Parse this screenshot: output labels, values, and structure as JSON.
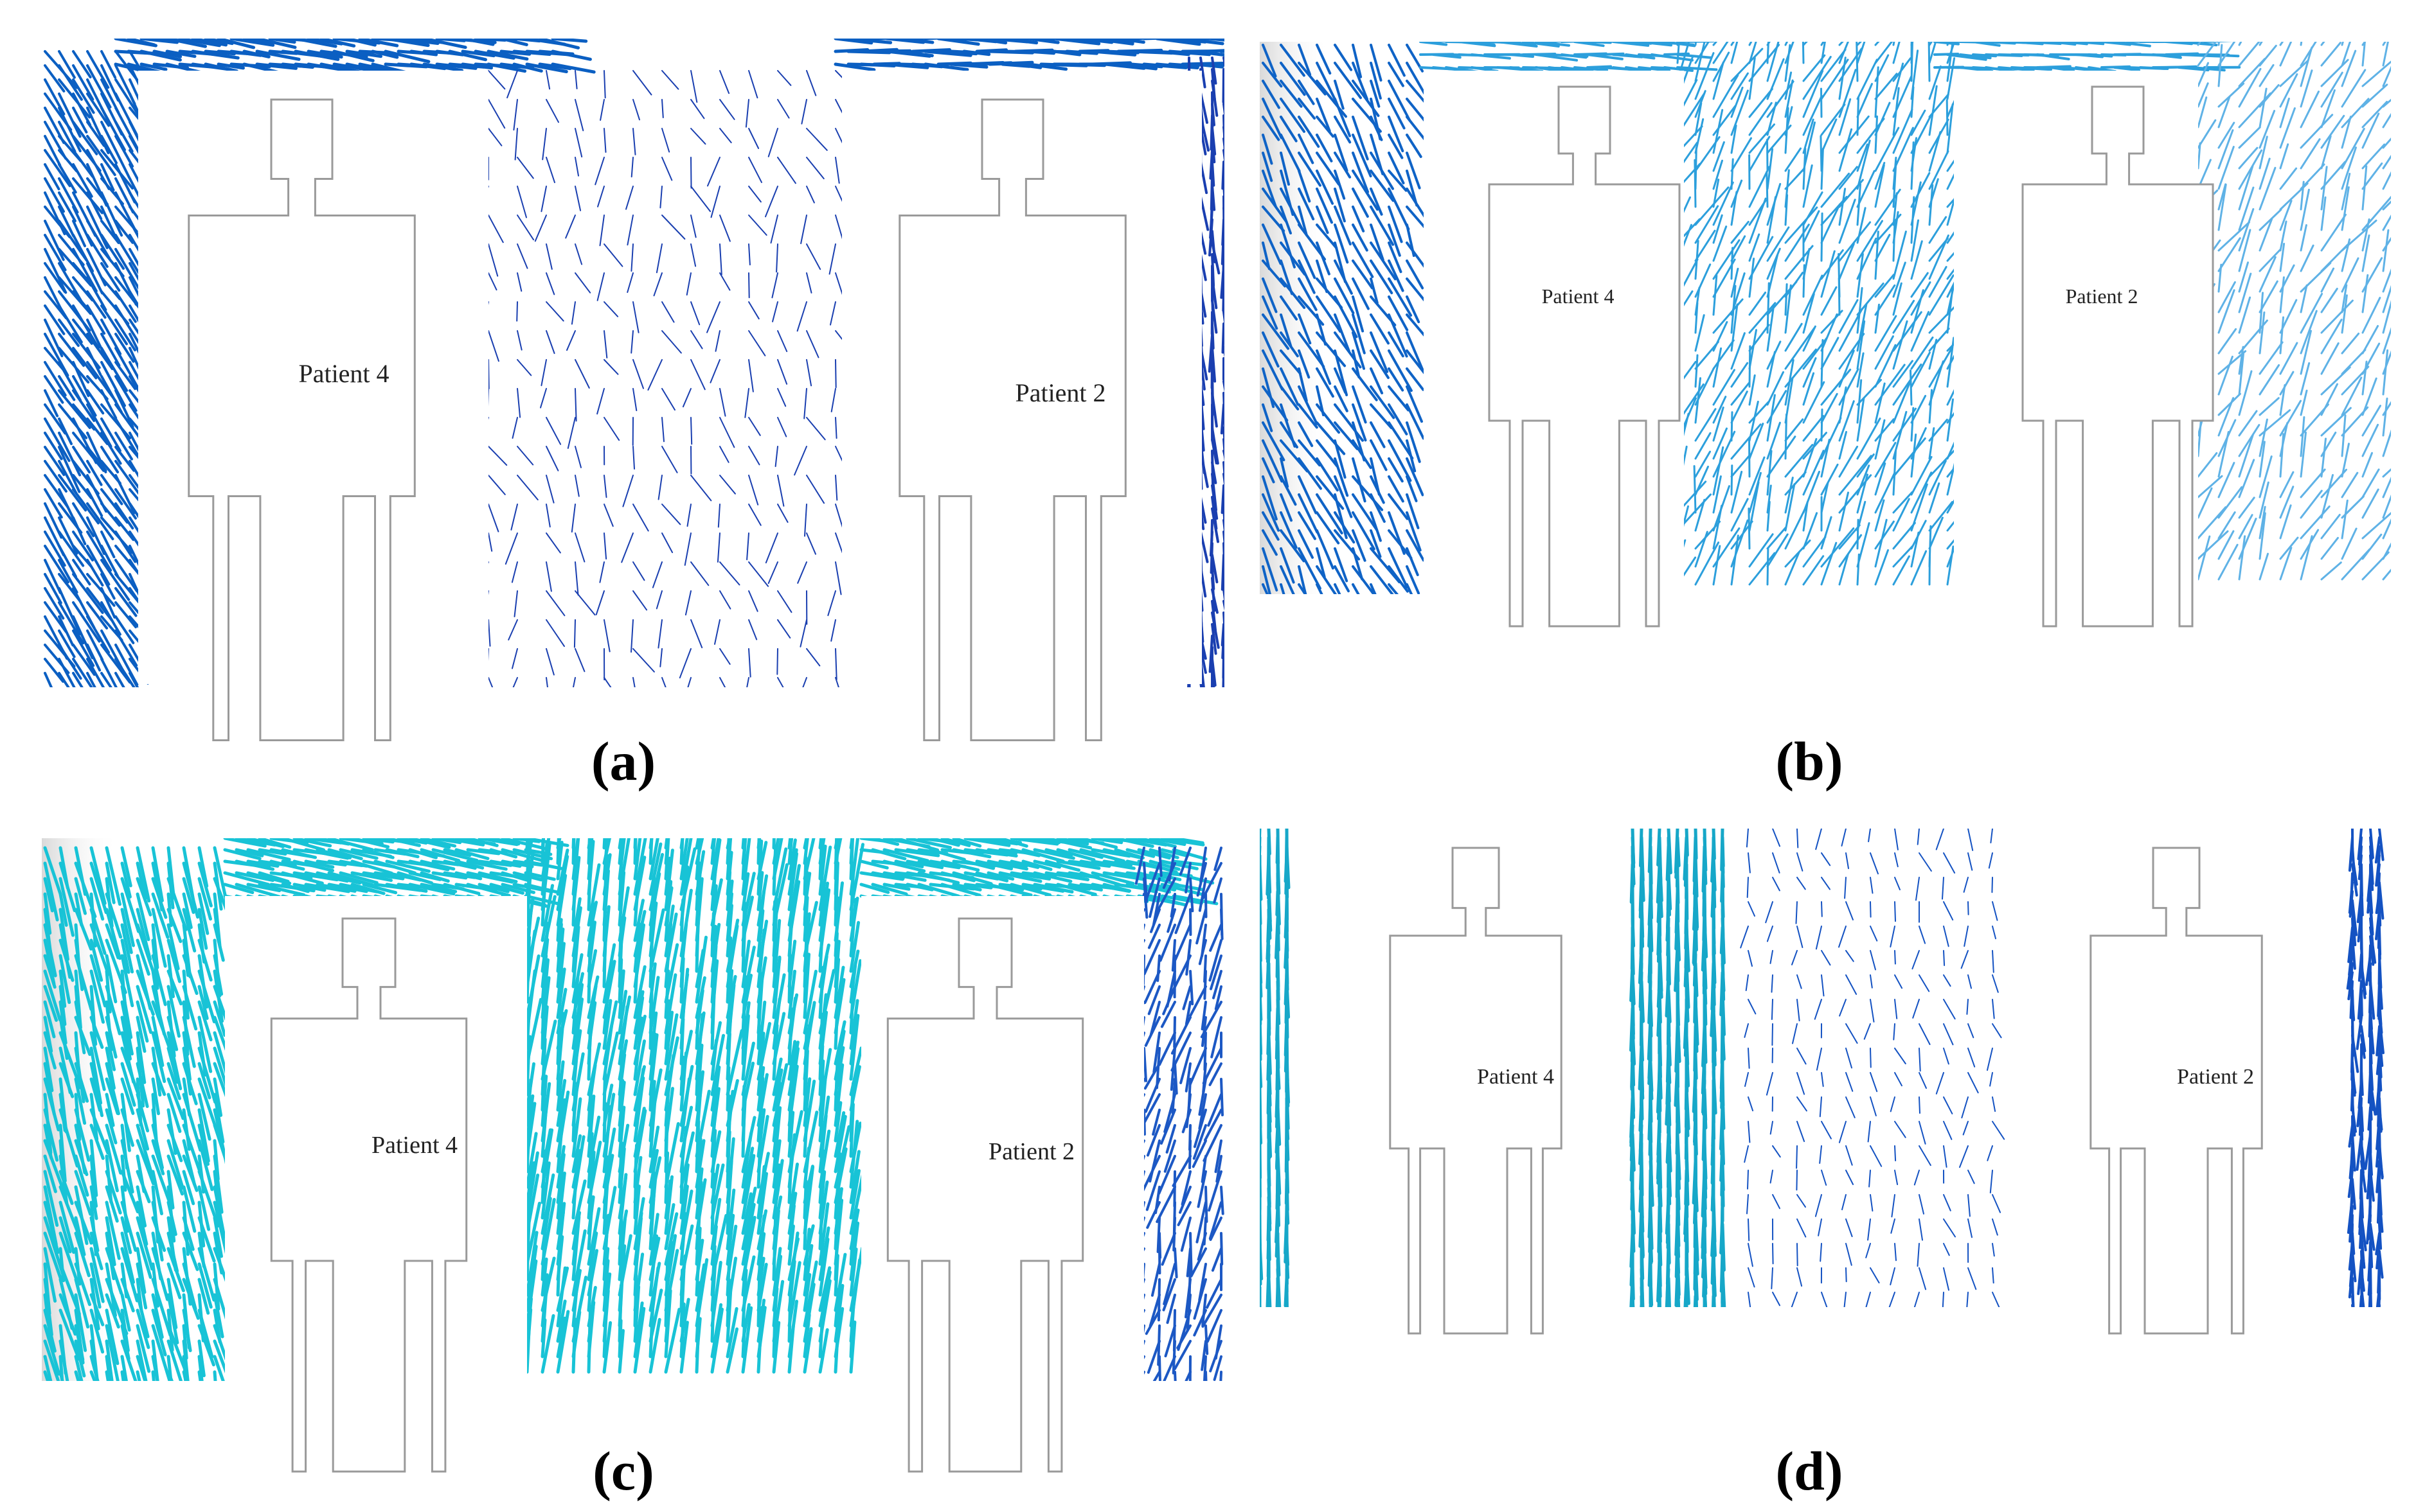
{
  "panels": [
    {
      "id": "a",
      "caption": "(a)",
      "patients": [
        {
          "label": "Patient 4"
        },
        {
          "label": "Patient 2"
        }
      ],
      "colors": {
        "strong": "#0b5fc2",
        "medium": "#2a86d8",
        "weak": "#1a3fb0"
      }
    },
    {
      "id": "b",
      "caption": "(b)",
      "patients": [
        {
          "label": "Patient 4"
        },
        {
          "label": "Patient 2"
        }
      ],
      "colors": {
        "strong": "#0f63c6",
        "medium": "#2c9fdc",
        "weak": "#5fb2e6"
      }
    },
    {
      "id": "c",
      "caption": "(c)",
      "patients": [
        {
          "label": "Patient 4"
        },
        {
          "label": "Patient 2"
        }
      ],
      "colors": {
        "strong": "#18c3d6",
        "medium": "#2fb8d9",
        "weak": "#1c58c4"
      }
    },
    {
      "id": "d",
      "caption": "(d)",
      "patients": [
        {
          "label": "Patient 4"
        },
        {
          "label": "Patient 2"
        }
      ],
      "colors": {
        "strong": "#16a7c8",
        "medium": "#1452c2",
        "weak": "#3a62d0"
      }
    }
  ]
}
